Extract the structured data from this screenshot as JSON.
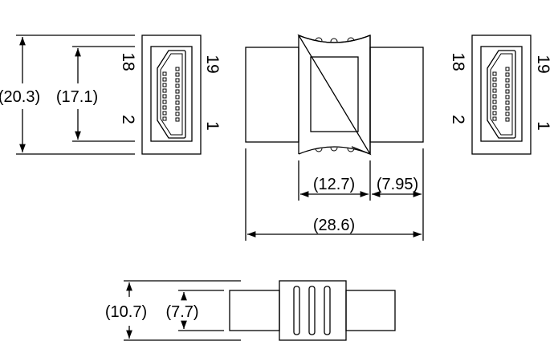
{
  "title": "HDMI coupler dimension drawing",
  "front_view": {
    "dim_outer_height": "(20.3)",
    "dim_inner_height": "(17.1)",
    "pin_labels": {
      "top_left": "18",
      "bottom_left": "2",
      "top_right": "19",
      "bottom_right": "1"
    }
  },
  "end_view": {
    "pin_labels": {
      "top_left": "18",
      "bottom_left": "2",
      "top_right": "19",
      "bottom_right": "1"
    }
  },
  "side_view": {
    "dim_center": "(12.7)",
    "dim_end": "(7.95)",
    "dim_total": "(28.6)"
  },
  "bottom_view": {
    "dim_outer_height": "(10.7)",
    "dim_inner_height": "(7.7)"
  }
}
